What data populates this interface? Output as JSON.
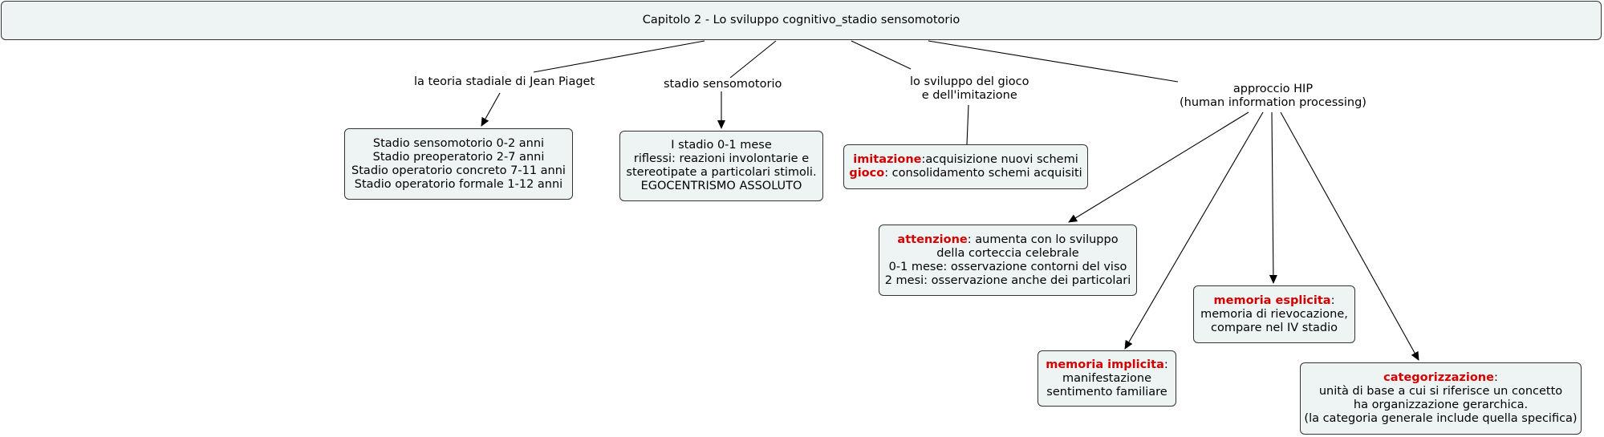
{
  "root": {
    "title": "Capitolo 2 - Lo sviluppo cognitivo_stadio sensomotorio"
  },
  "labels": {
    "piaget": "la teoria stadiale di Jean Piaget",
    "sensomotorio": "stadio sensomotorio",
    "gioco": [
      "lo sviluppo del gioco",
      "e dell'imitazione"
    ],
    "hip": [
      "approccio HIP",
      "(human information processing)"
    ]
  },
  "nodes": {
    "stadi": [
      "Stadio sensomotorio 0-2 anni",
      "Stadio preoperatorio 2-7 anni",
      "Stadio operatorio concreto 7-11 anni",
      "Stadio operatorio formale 1-12 anni"
    ],
    "primo_stadio": [
      "I stadio 0-1 mese",
      "riflessi:  reazioni involontarie e",
      "stereotipate a particolari stimoli.",
      "EGOCENTRISMO ASSOLUTO"
    ],
    "imitazione": {
      "imit_key": "imitazione",
      "imit_text": ":acquisizione nuovi schemi",
      "gioco_key": "gioco",
      "gioco_text": ": consolidamento schemi acquisiti"
    },
    "attenzione": {
      "key": "attenzione",
      "text": ": aumenta con lo sviluppo",
      "lines": [
        "della corteccia celebrale",
        "0-1 mese: osservazione contorni del viso",
        "2 mesi: osservazione anche dei particolari"
      ]
    },
    "memoria_esplicita": {
      "key": "memoria esplicita",
      "text": ":",
      "lines": [
        "memoria di rievocazione,",
        "compare nel IV stadio"
      ]
    },
    "memoria_implicita": {
      "key": "memoria implicita",
      "text": ":",
      "lines": [
        "manifestazione",
        "sentimento familiare"
      ]
    },
    "categorizzazione": {
      "key": "categorizzazione",
      "text": ":",
      "lines": [
        "unità di base a cui si riferisce un concetto",
        "ha organizzazione gerarchica.",
        "(la categoria generale include quella specifica)"
      ]
    }
  },
  "colors": {
    "highlight": "#d40000",
    "node_fill": "#eef4f4",
    "border": "#333333"
  }
}
